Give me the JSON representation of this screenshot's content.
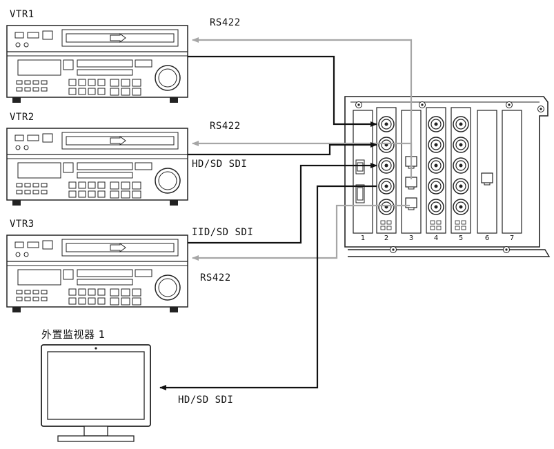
{
  "vtrs": [
    {
      "label": "VTR1"
    },
    {
      "label": "VTR2"
    },
    {
      "label": "VTR3"
    }
  ],
  "monitor": {
    "label": "外置监视器 1"
  },
  "connections": {
    "rs422_1": "RS422",
    "rs422_2": "RS422",
    "rs422_3": "RS422",
    "sdi_2": "HD/SD SDI",
    "sdi_3": "IID/SD SDI",
    "sdi_monitor": "HD/SD SDI"
  },
  "chassis": {
    "slots": [
      "1",
      "2",
      "3",
      "4",
      "5",
      "6",
      "7"
    ]
  },
  "colors": {
    "black_line": "#111111",
    "gray_line": "#a6a6a6"
  }
}
